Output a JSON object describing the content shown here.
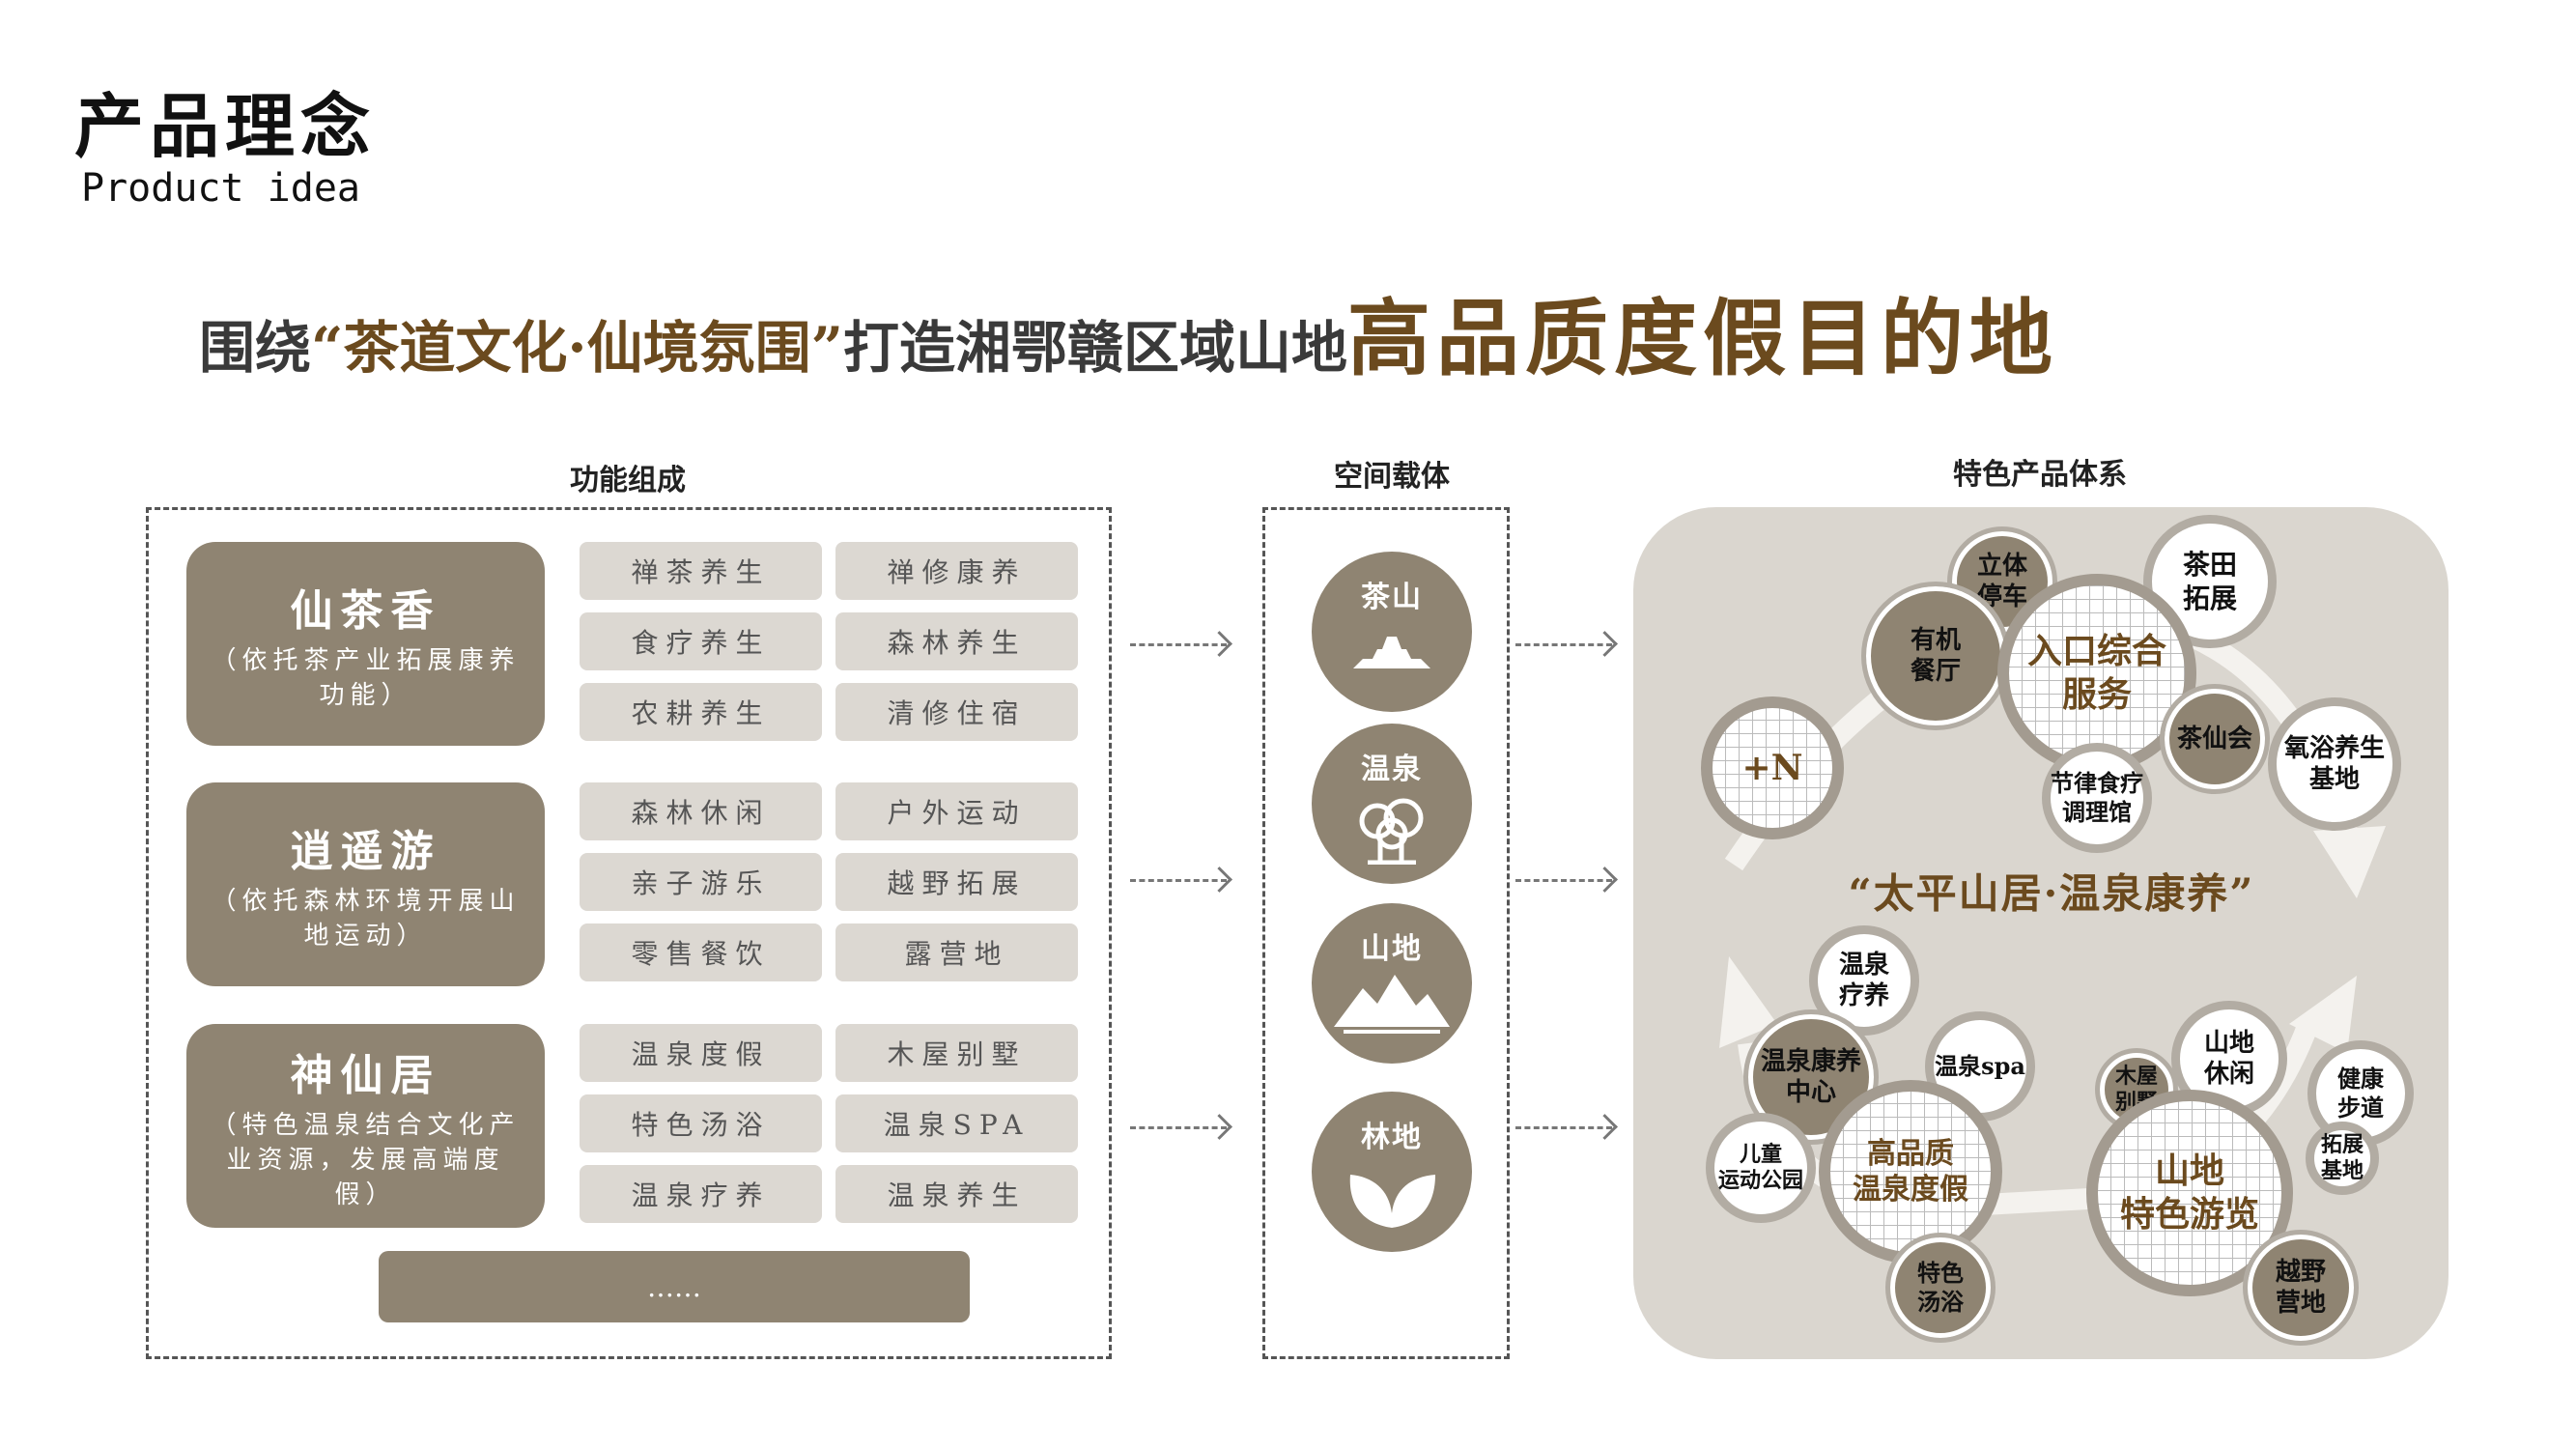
{
  "header": {
    "title": "产品理念",
    "subtitle": "Product idea"
  },
  "headline": {
    "part1": "围绕",
    "part2": "“茶道文化·仙境氛围”",
    "part3": "打造湘鄂赣区域山地",
    "part4": "高品质度假目的地"
  },
  "sections": {
    "function": "功能组成",
    "space": "空间载体",
    "products": "特色产品体系"
  },
  "groups": [
    {
      "title": "仙茶香",
      "desc": "（依托茶产业拓展康养功能）",
      "items": [
        "禅茶养生",
        "禅修康养",
        "食疗养生",
        "森林养生",
        "农耕养生",
        "清修住宿"
      ]
    },
    {
      "title": "逍遥游",
      "desc": "（依托森林环境开展山地运动）",
      "items": [
        "森林休闲",
        "户外运动",
        "亲子游乐",
        "越野拓展",
        "零售餐饮",
        "露营地"
      ]
    },
    {
      "title": "神仙居",
      "desc": "（特色温泉结合文化产业资源，发展高端度假）",
      "items": [
        "温泉度假",
        "木屋别墅",
        "特色汤浴",
        "温泉SPA",
        "温泉疗养",
        "温泉养生"
      ]
    }
  ],
  "more": "……",
  "spaces": [
    {
      "label": "茶山",
      "icon": "pyramid-icon"
    },
    {
      "label": "温泉",
      "icon": "tree-icon"
    },
    {
      "label": "山地",
      "icon": "mountain-icon"
    },
    {
      "label": "林地",
      "icon": "leaf-icon"
    }
  ],
  "slogan": "“太平山居·温泉康养”",
  "bubbles": [
    {
      "text": "茶田\n拓展",
      "type": "white"
    },
    {
      "text": "立体\n停车",
      "type": "dark"
    },
    {
      "text": "有机\n餐厅",
      "type": "dark"
    },
    {
      "text": "入口综合\n服务",
      "type": "grid"
    },
    {
      "text": "茶仙会",
      "type": "dark"
    },
    {
      "text": "氧浴养生\n基地",
      "type": "white"
    },
    {
      "text": "节律食疗\n调理馆",
      "type": "white"
    },
    {
      "text": "+N",
      "type": "grid"
    },
    {
      "text": "温泉\n疗养",
      "type": "white"
    },
    {
      "text": "温泉spa",
      "type": "white"
    },
    {
      "text": "温泉康养\n中心",
      "type": "dark"
    },
    {
      "text": "儿童\n运动公园",
      "type": "white"
    },
    {
      "text": "高品质\n温泉度假",
      "type": "grid"
    },
    {
      "text": "特色\n汤浴",
      "type": "dark"
    },
    {
      "text": "山地\n休闲",
      "type": "white"
    },
    {
      "text": "木屋\n别墅",
      "type": "dark"
    },
    {
      "text": "山地\n特色游览",
      "type": "grid"
    },
    {
      "text": "健康\n步道",
      "type": "white"
    },
    {
      "text": "拓展\n基地",
      "type": "white"
    },
    {
      "text": "越野\n营地",
      "type": "dark"
    }
  ],
  "colors": {
    "brown": "#6b4a1e",
    "block": "#8f8472",
    "cell": "#dcd8d2",
    "panel": "#dad6cf"
  }
}
